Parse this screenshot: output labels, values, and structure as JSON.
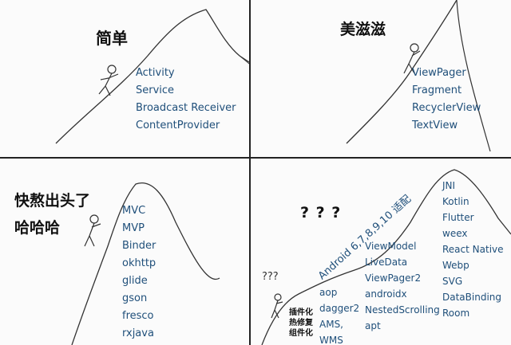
{
  "panels": [
    {
      "caption": "简单",
      "items": [
        "Activity",
        "Service",
        "Broadcast Receiver",
        "ContentProvider"
      ]
    },
    {
      "caption": "美滋滋",
      "items": [
        "ViewPager",
        "Fragment",
        "RecyclerView",
        "TextView"
      ]
    },
    {
      "caption_line1": "快熬出头了",
      "caption_line2": "哈哈哈",
      "items": [
        "MVC",
        "MVP",
        "Binder",
        "okhttp",
        "glide",
        "gson",
        "fresco",
        "rxjava"
      ]
    },
    {
      "question_big": "? ? ?",
      "question_small": "???",
      "slope_label": "Android 6,7,8,9,10 适配",
      "left_labels": [
        "插件化",
        "热修复",
        "组件化"
      ],
      "col1": [
        "aop",
        "dagger2",
        "AMS,",
        "WMS"
      ],
      "col2": [
        "ViewModel",
        "LiveData",
        "ViewPager2",
        "androidx",
        "NestedScrolling",
        "apt"
      ],
      "col3": [
        "JNI",
        "Kotlin",
        "Flutter",
        "weex",
        "React Native",
        "Webp",
        "SVG",
        "DataBinding",
        "Room"
      ]
    }
  ]
}
